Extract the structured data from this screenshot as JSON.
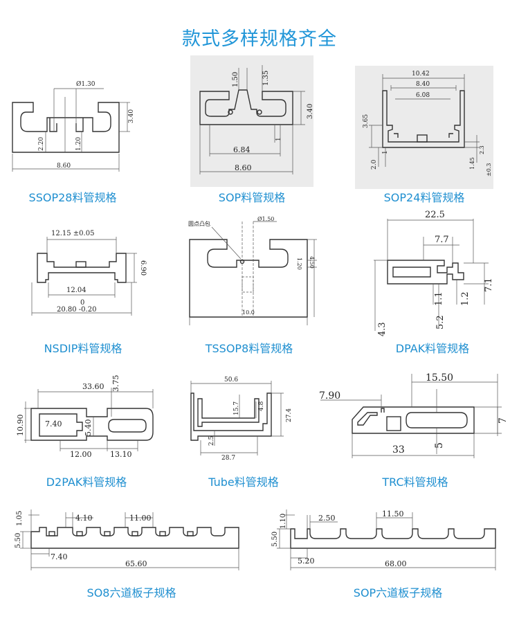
{
  "page": {
    "title": "款式多样规格齐全"
  },
  "items": [
    {
      "caption": "SSOP28料管规格",
      "dims": [
        "Ø1.30",
        "3.40",
        "2.20",
        "1.20",
        "8.60"
      ]
    },
    {
      "caption": "SOP料管规格",
      "dims": [
        "1.50",
        "1.35",
        "3.40",
        "6.84",
        "8.60",
        "1"
      ]
    },
    {
      "caption": "SOP24料管规格",
      "dims": [
        "10.42",
        "8.40",
        "6.08",
        "3.65",
        "2.0",
        "1",
        "2.3",
        "±0.3",
        "1.45"
      ]
    },
    {
      "caption": "NSDIP料管规格",
      "dims": [
        "12.15 ±0.05",
        "6.90",
        "12.04",
        "0",
        "20.80 -0.20"
      ]
    },
    {
      "caption": "TSSOP8料管规格",
      "dims": [
        "圆点凸包",
        "Ø1.50",
        "1.20",
        "4.50",
        "10.0"
      ]
    },
    {
      "caption": "DPAK料管规格",
      "dims": [
        "22.5",
        "7.7",
        "7.1",
        "1.1",
        "1.2",
        "5.2",
        "4.3"
      ]
    },
    {
      "caption": "D2PAK料管规格",
      "dims": [
        "33.60",
        "3.75",
        "10.90",
        "7.40",
        "5.40",
        "12.00",
        "13.10"
      ]
    },
    {
      "caption": "Tube料管规格",
      "dims": [
        "50.6",
        "15.7",
        "4.8",
        "27.4",
        "2.5",
        "28.7"
      ]
    },
    {
      "caption": "TRC料管规格",
      "dims": [
        "15.50",
        "7.90",
        "7",
        "5",
        "33"
      ]
    },
    {
      "caption": "SO8六道板子规格",
      "dims": [
        "1.05",
        "4.10",
        "11.00",
        "5.50",
        "7.40",
        "65.60"
      ]
    },
    {
      "caption": "SOP六道板子规格",
      "dims": [
        "1.10",
        "2.50",
        "11.50",
        "5.50",
        "5.20",
        "68.00"
      ]
    }
  ]
}
